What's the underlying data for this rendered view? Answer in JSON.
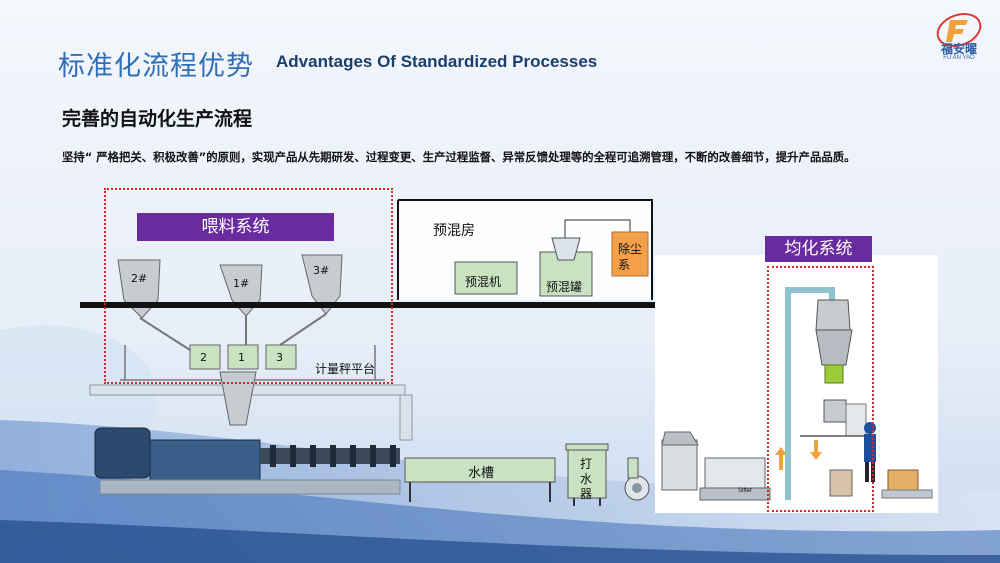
{
  "header": {
    "title_cn": "标准化流程优势",
    "title_en": "Advantages Of Standardized Processes",
    "subtitle": "完善的自动化生产流程",
    "description": "坚持“ 严格把关、积极改善”的原则，实现产品从先期研发、过程变更、生产过程监督、异常反馈处理等的全程可追溯管理，不断的改善细节，提升产品品质。"
  },
  "logo": {
    "name_cn": "福安曜",
    "name_en": "FU AN YAO",
    "letter": "F"
  },
  "diagram": {
    "feeding_system": {
      "title": "喂料系统",
      "hoppers": [
        "2#",
        "1#",
        "3#"
      ],
      "scales": [
        "2",
        "1",
        "3"
      ],
      "platform": "计量秤平台"
    },
    "premix_room": {
      "title": "预混房",
      "mixer": "预混机",
      "tank": "预混罐",
      "dust": [
        "除尘",
        "系"
      ]
    },
    "homogenization": {
      "title": "均化系统"
    },
    "water_tank": "水槽",
    "pelletizer": [
      "打",
      "水",
      "器"
    ],
    "sifter": "Sifter"
  },
  "colors": {
    "purple": "#6a2aa0",
    "dotted_red": "#d62828",
    "title_blue": "#2f6fb8",
    "machine_green": "#c9e3c2"
  }
}
